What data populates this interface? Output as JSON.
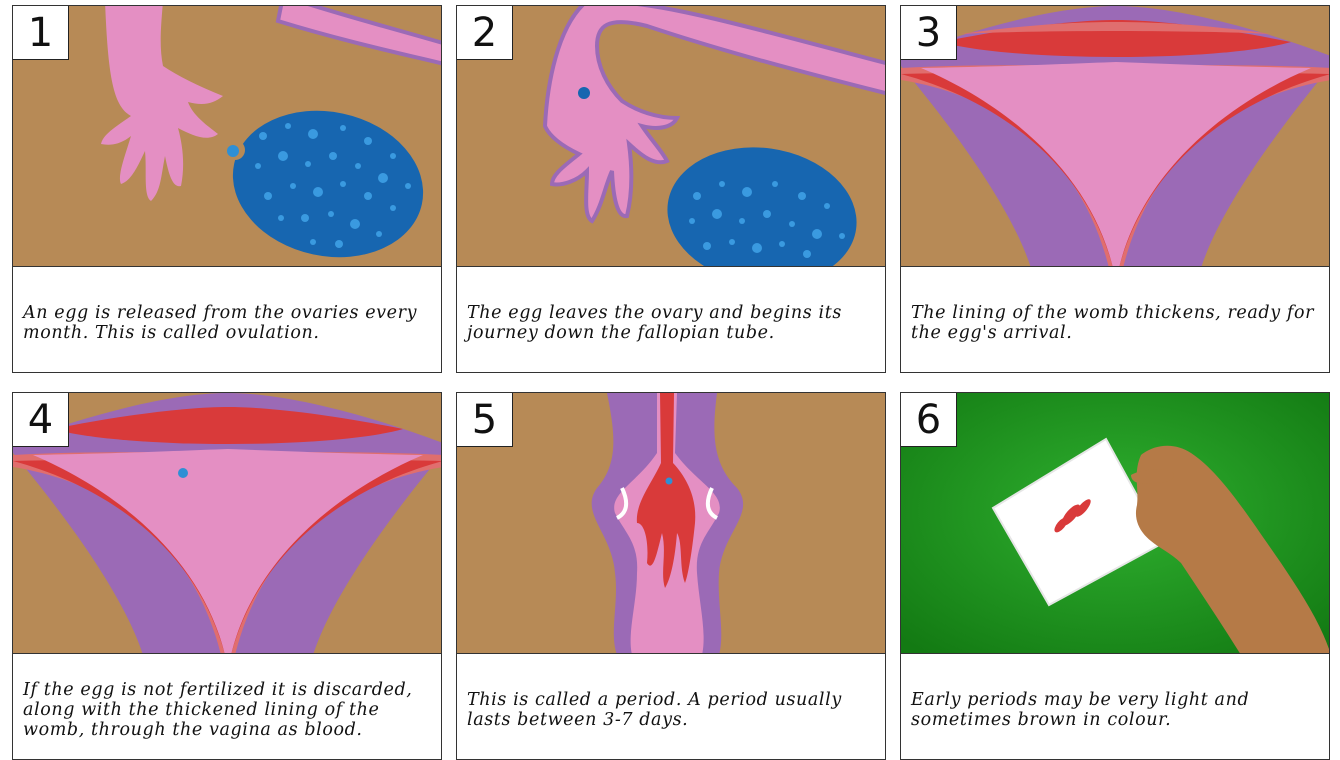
{
  "panels": [
    {
      "number": "1",
      "caption": "An egg is released from the ovaries every month. This is called ovulation."
    },
    {
      "number": "2",
      "caption": "The egg leaves the ovary and begins its journey down the fallopian tube."
    },
    {
      "number": "3",
      "caption": "The lining of the womb thickens, ready for the egg's arrival."
    },
    {
      "number": "4",
      "caption": "If the egg is not fertilized it is discarded, along with the thickened lining of the womb, through the vagina as blood."
    },
    {
      "number": "5",
      "caption": "This is called a period. A period usually lasts between 3-7 days."
    },
    {
      "number": "6",
      "caption": "Early periods may be very light and sometimes brown in colour."
    }
  ],
  "colors": {
    "background_brown": "#b78a56",
    "tube_pink": "#e48fc3",
    "ovary_blue": "#1766b0",
    "egg_blue": "#2f8fd4",
    "uterus_purple": "#9b6ab6",
    "lining_red": "#d93a3a",
    "lining_salmon": "#e06e6e",
    "grass_green": "#1e9a1e",
    "skin_brown": "#b57a47"
  }
}
